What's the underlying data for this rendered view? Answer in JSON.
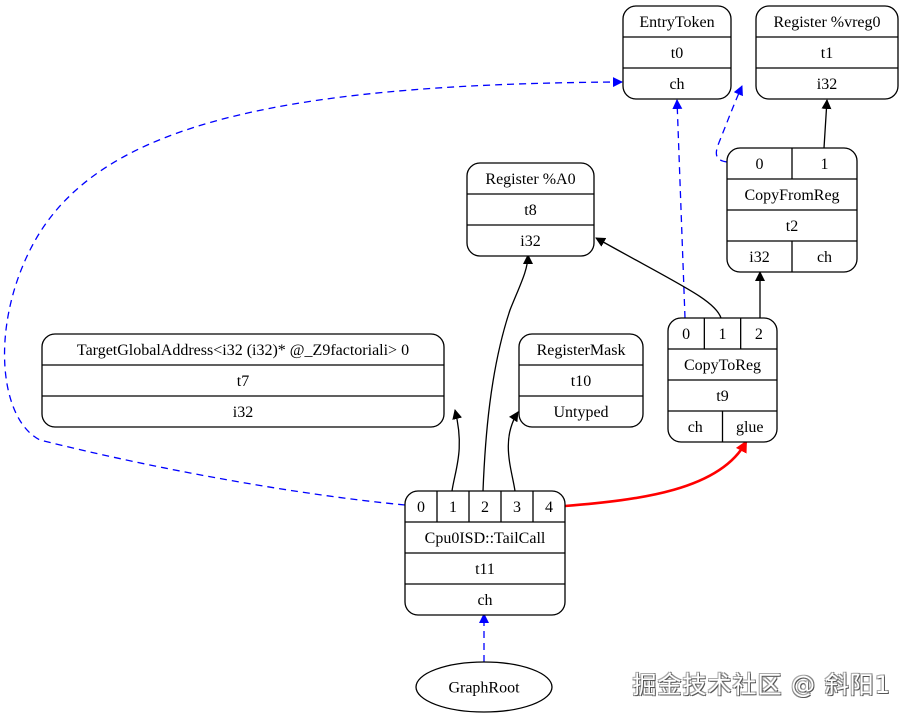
{
  "nodes": {
    "entry_token": {
      "rows": [
        [
          "EntryToken"
        ],
        [
          "t0"
        ],
        [
          "ch"
        ]
      ]
    },
    "register_vreg0": {
      "rows": [
        [
          "Register %vreg0"
        ],
        [
          "t1"
        ],
        [
          "i32"
        ]
      ]
    },
    "copy_from_reg": {
      "rows": [
        [
          "0",
          "1"
        ],
        [
          "CopyFromReg"
        ],
        [
          "t2"
        ],
        [
          "i32",
          "ch"
        ]
      ]
    },
    "register_a0": {
      "rows": [
        [
          "Register %A0"
        ],
        [
          "t8"
        ],
        [
          "i32"
        ]
      ]
    },
    "copy_to_reg": {
      "rows": [
        [
          "0",
          "1",
          "2"
        ],
        [
          "CopyToReg"
        ],
        [
          "t9"
        ],
        [
          "ch",
          "glue"
        ]
      ]
    },
    "target_global_address": {
      "rows": [
        [
          "TargetGlobalAddress<i32 (i32)* @_Z9factoriali> 0"
        ],
        [
          "t7"
        ],
        [
          "i32"
        ]
      ]
    },
    "register_mask": {
      "rows": [
        [
          "RegisterMask"
        ],
        [
          "t10"
        ],
        [
          "Untyped"
        ]
      ]
    },
    "tail_call": {
      "rows": [
        [
          "0",
          "1",
          "2",
          "3",
          "4"
        ],
        [
          "Cpu0ISD::TailCall"
        ],
        [
          "t11"
        ],
        [
          "ch"
        ]
      ]
    },
    "graph_root": {
      "label": "GraphRoot"
    }
  },
  "edges": [
    {
      "from": "register_vreg0",
      "to": "copy_from_reg",
      "kind": "data",
      "color": "#000000"
    },
    {
      "from": "entry_token",
      "to": "copy_from_reg",
      "kind": "chain",
      "color": "#0000ff"
    },
    {
      "from": "entry_token",
      "to": "copy_to_reg",
      "kind": "chain",
      "color": "#0000ff"
    },
    {
      "from": "register_a0",
      "to": "copy_to_reg",
      "kind": "data",
      "color": "#000000"
    },
    {
      "from": "copy_from_reg",
      "to": "copy_to_reg",
      "kind": "data",
      "color": "#000000"
    },
    {
      "from": "entry_token",
      "to": "tail_call",
      "kind": "chain",
      "color": "#0000ff"
    },
    {
      "from": "target_global_address",
      "to": "tail_call",
      "kind": "data",
      "color": "#000000"
    },
    {
      "from": "register_a0",
      "to": "tail_call",
      "kind": "data",
      "color": "#000000"
    },
    {
      "from": "register_mask",
      "to": "tail_call",
      "kind": "data",
      "color": "#000000"
    },
    {
      "from": "copy_to_reg",
      "to": "tail_call",
      "kind": "glue",
      "color": "#ff0000"
    },
    {
      "from": "tail_call",
      "to": "graph_root",
      "kind": "chain",
      "color": "#0000ff"
    }
  ],
  "watermark": "掘金技术社区 @ 斜阳1"
}
